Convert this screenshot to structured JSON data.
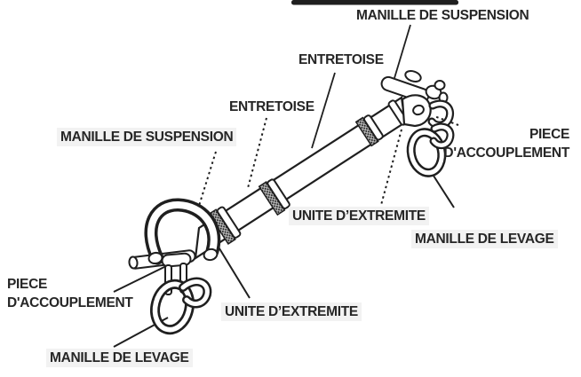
{
  "diagram": {
    "colors": {
      "ink": "#1f1f1f",
      "background": "#ffffff",
      "label_backing": "#f2f2f2"
    },
    "labels": {
      "suspension_top": "MANILLE DE SUSPENSION",
      "entretoise_upper": "ENTRETOISE",
      "entretoise_lower": "ENTRETOISE",
      "suspension_left": "MANILLE DE SUSPENSION",
      "piece_accouplement_right": {
        "line1": "PIECE",
        "line2": "D'ACCOUPLEMENT"
      },
      "unite_extremite_right": "UNITE D’EXTREMITE",
      "manille_levage_right": "MANILLE DE LEVAGE",
      "piece_accouplement_left": {
        "line1": "PIECE",
        "line2": "D'ACCOUPLEMENT"
      },
      "unite_extremite_bottom": "UNITE D’EXTREMITE",
      "manille_levage_bottom": "MANILLE DE LEVAGE"
    }
  }
}
